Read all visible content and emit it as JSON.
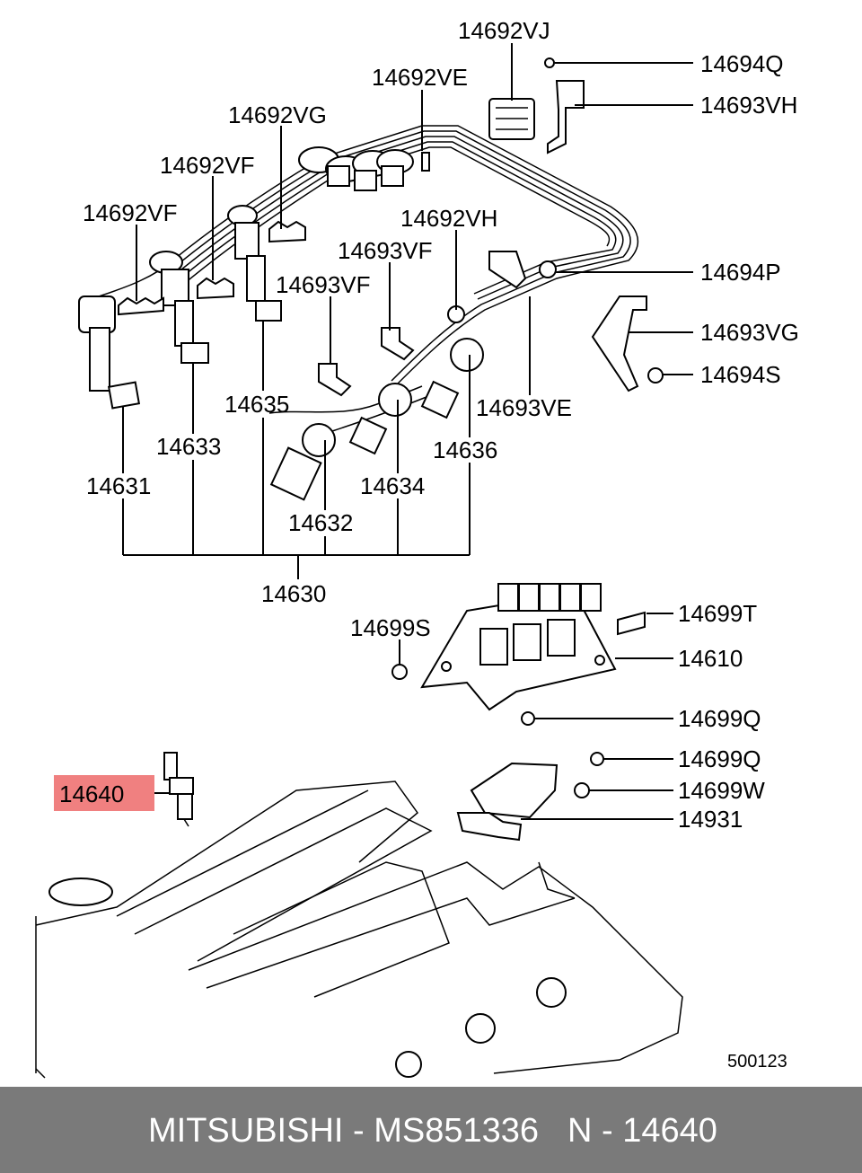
{
  "diagram": {
    "labels": {
      "p14692VJ": "14692VJ",
      "p14694Q": "14694Q",
      "p14692VE": "14692VE",
      "p14693VH": "14693VH",
      "p14692VG": "14692VG",
      "p14692VF_a": "14692VF",
      "p14692VF_b": "14692VF",
      "p14692VH": "14692VH",
      "p14693VF_a": "14693VF",
      "p14693VF_b": "14693VF",
      "p14694P": "14694P",
      "p14693VG": "14693VG",
      "p14694S": "14694S",
      "p14635": "14635",
      "p14693VE": "14693VE",
      "p14633": "14633",
      "p14636": "14636",
      "p14631": "14631",
      "p14634": "14634",
      "p14632": "14632",
      "p14630": "14630",
      "p14699T": "14699T",
      "p14699S": "14699S",
      "p14610": "14610",
      "p14699Q_a": "14699Q",
      "p14699Q_b": "14699Q",
      "p14640": "14640",
      "p14699W": "14699W",
      "p14931": "14931"
    },
    "highlight_color": "#f08080",
    "figure_number": "500123"
  },
  "footer": {
    "brand_part": "MITSUBISHI - MS851336",
    "ref_code": "N - 14640",
    "background": "#7a7a7a"
  }
}
